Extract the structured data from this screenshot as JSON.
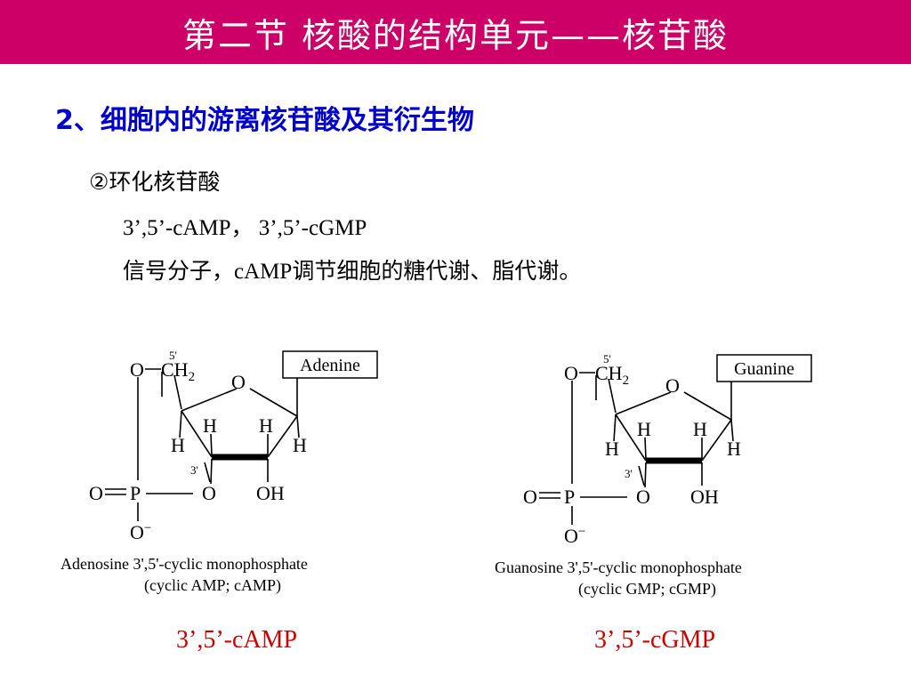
{
  "slide": {
    "title": "第二节 核酸的结构单元——核苷酸",
    "heading": "2、细胞内的游离核苷酸及其衍生物",
    "line1": "②环化核苷酸",
    "line2": "3’,5’-cAMP， 3’,5’-cGMP",
    "line3_pre": "信号分子，",
    "line3_latin": "cAMP",
    "line3_post": "调节细胞的糖代谢、脂代谢。"
  },
  "structures": {
    "camp": {
      "base_label": "Adenine",
      "caption_line1": "Adenosine 3',5'-cyclic monophosphate",
      "caption_line2": "(cyclic AMP; cAMP)",
      "atoms": {
        "pos5": "5'",
        "o_top": "O",
        "ch2": "CH",
        "ch2_sub": "2",
        "ring_o": "O",
        "h_l": "H",
        "h_r": "H",
        "h_left": "H",
        "h_right": "H",
        "pos3": "3'",
        "p_o_left": "O",
        "p": "P",
        "o_3": "O",
        "oh": "OH",
        "o_minus": "O",
        "minus": "−"
      }
    },
    "cgmp": {
      "base_label": "Guanine",
      "caption_line1": "Guanosine 3',5'-cyclic monophosphate",
      "caption_line2": "(cyclic GMP; cGMP)",
      "atoms": {
        "pos5": "5'",
        "o_top": "O",
        "ch2": "CH",
        "ch2_sub": "2",
        "ring_o": "O",
        "h_l": "H",
        "h_r": "H",
        "h_left": "H",
        "h_right": "H",
        "pos3": "3'",
        "p_o_left": "O",
        "p": "P",
        "o_3": "O",
        "oh": "OH",
        "o_minus": "O",
        "minus": "−"
      }
    }
  },
  "labels": {
    "camp": "3’,5’-cAMP",
    "cgmp": "3’,5’-cGMP"
  },
  "colors": {
    "title_bg": "#cc0066",
    "heading": "#0000cc",
    "bottom_label": "#cc0000"
  }
}
